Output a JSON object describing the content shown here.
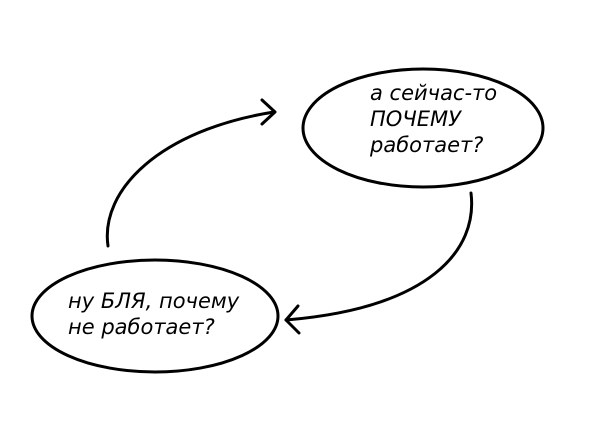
{
  "nodes": {
    "top_right": {
      "lines": [
        "а сейчас-то",
        "ПОЧЕМУ",
        "работает?"
      ]
    },
    "bottom_left": {
      "lines": [
        "ну БЛЯ, почему",
        "не работает?"
      ]
    }
  },
  "colors": {
    "background": "#ffffff",
    "stroke": "#000000",
    "text": "#000000"
  }
}
